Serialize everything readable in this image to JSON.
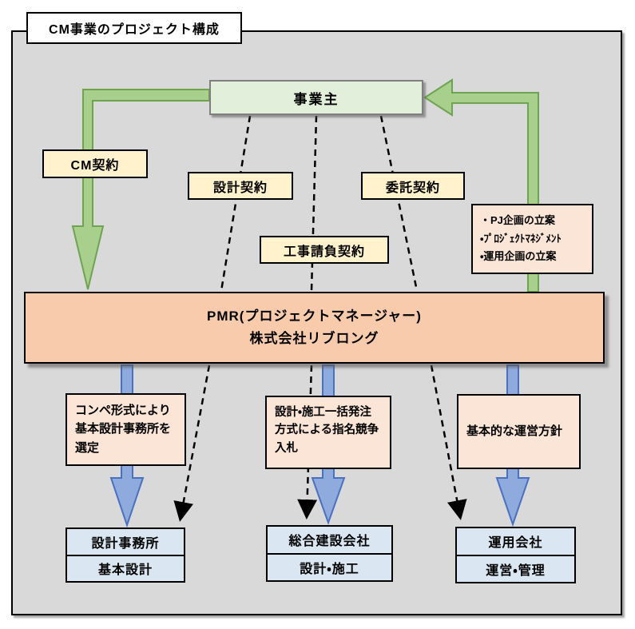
{
  "title": "CM事業のプロジェクト構成",
  "owner": {
    "label": "事業主"
  },
  "contracts": {
    "cm": "CM契約",
    "design": "設計契約",
    "entrust": "委託契約",
    "construction": "工事請負契約"
  },
  "pj_tasks": {
    "items": [
      "・PJ企画の立案",
      "・ﾌﾟﾛｼﾞｪｸﾄﾏﾈｼﾞﾒﾝﾄ",
      "・運用企画の立案"
    ]
  },
  "pmr": {
    "line1": "PMR(プロジェクトマネージャー)",
    "line2": "株式会社リブロング"
  },
  "notes": {
    "left": "コンペ形式により\n基本設計事務所を\n選定",
    "center": "設計・施工一括発注\n方式による指名競争\n入札",
    "right": "基本的な運営方針"
  },
  "partners": {
    "left": {
      "name": "設計事務所",
      "role": "基本設計"
    },
    "center": {
      "name": "総合建設会社",
      "role": "設計・施工"
    },
    "right": {
      "name": "運用会社",
      "role": "運営・管理"
    }
  },
  "colors": {
    "panel_background": "#d9d9d9",
    "owner_fill": "#e2efda",
    "label_fill": "#fff2cc",
    "note_fill": "#fbe5d6",
    "pmr_fill": "#f8cbad",
    "partner_fill": "#dae7f2",
    "green_arrow_fill": "#a9cf8d",
    "green_arrow_border": "#6ea351",
    "blue_arrow_fill": "#8faadc",
    "blue_arrow_border": "#4a70c0",
    "dashed_line": "#000000"
  }
}
